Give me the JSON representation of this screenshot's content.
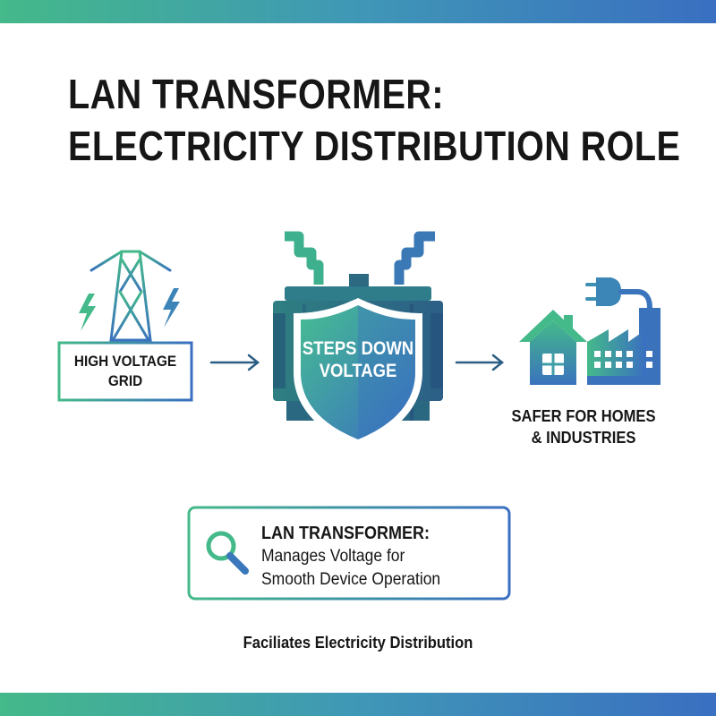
{
  "title_lines": [
    "LAN TRANSFORMER:",
    "ELECTRICITY DISTRIBUTION ROLE"
  ],
  "grid_label_lines": [
    "HIGH VOLTAGE",
    "GRID"
  ],
  "shield_label_lines": [
    "STEPS DOWN",
    "VOLTAGE"
  ],
  "output_label_lines": [
    "SAFER FOR HOMES",
    "& INDUSTRIES"
  ],
  "info_box": {
    "title": "LAN TRANSFORMER:",
    "lines": [
      "Manages Voltage for",
      "Smooth Device Operation"
    ]
  },
  "footer": "Faciliates Electricity Distribution",
  "icons": [
    "transmission-tower-icon",
    "lightning-bolt-icon",
    "transformer-icon",
    "shield-icon",
    "house-icon",
    "factory-icon",
    "plug-icon",
    "magnifier-icon",
    "arrow-right-icon"
  ],
  "colors": {
    "green": "#44b98a",
    "teal": "#3f97b6",
    "blue": "#3a6fc1",
    "dark_blue": "#2b5e84",
    "text": "#161616"
  }
}
